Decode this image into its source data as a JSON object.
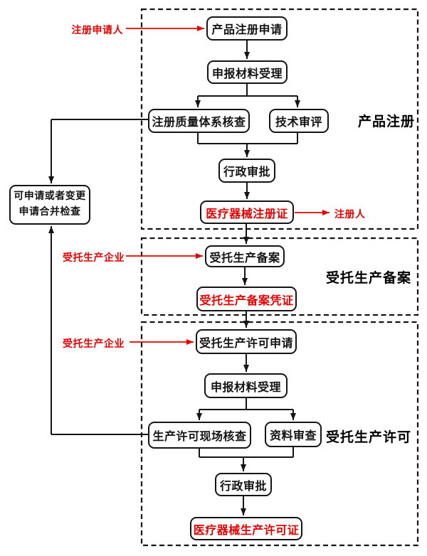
{
  "sections": {
    "product_registration": {
      "label": "产品注册"
    },
    "entrusted_filing": {
      "label": "受托生产备案"
    },
    "entrusted_license": {
      "label": "受托生产许可"
    }
  },
  "nodes": {
    "product_reg_apply": {
      "label": "产品注册申请"
    },
    "material_accept_1": {
      "label": "申报材料受理"
    },
    "quality_system_check": {
      "label": "注册质量体系核查"
    },
    "tech_review": {
      "label": "技术审评"
    },
    "admin_approval_1": {
      "label": "行政审批"
    },
    "device_reg_cert": {
      "label": "医疗器械注册证"
    },
    "entrusted_filing_step": {
      "label": "受托生产备案"
    },
    "entrusted_filing_cert": {
      "label": "受托生产备案凭证"
    },
    "entrusted_license_apply": {
      "label": "受托生产许可申请"
    },
    "material_accept_2": {
      "label": "申报材料受理"
    },
    "onsite_check": {
      "label": "生产许可现场核查"
    },
    "doc_review": {
      "label": "资料审查"
    },
    "admin_approval_2": {
      "label": "行政审批"
    },
    "production_license_cert": {
      "label": "医疗器械生产许可证"
    },
    "combined_inspection": {
      "line1": "可申请或者变更",
      "line2": "申请合并检查"
    }
  },
  "actors": {
    "reg_applicant": {
      "label": "注册申请人"
    },
    "registrant": {
      "label": "注册人"
    },
    "entrusted_enterprise_1": {
      "label": "受托生产企业"
    },
    "entrusted_enterprise_2": {
      "label": "受托生产企业"
    }
  },
  "colors": {
    "ink": "#141414",
    "red": "#e60000"
  }
}
